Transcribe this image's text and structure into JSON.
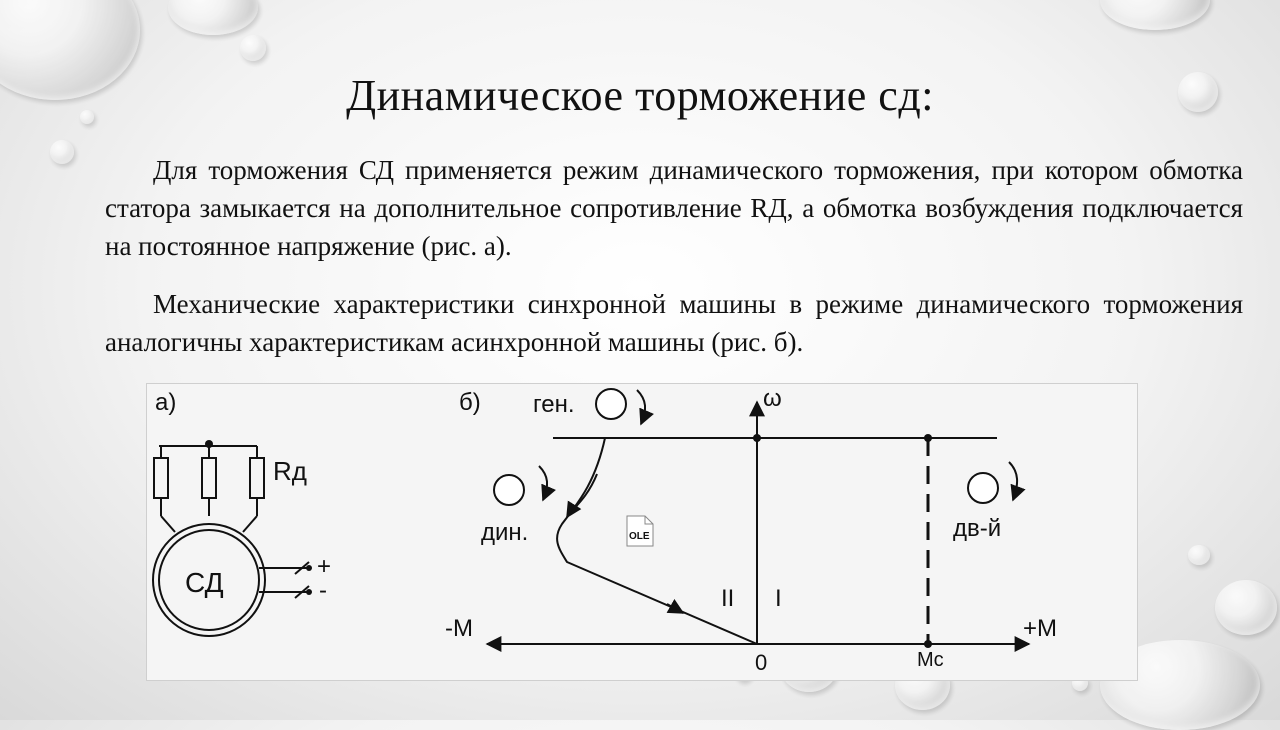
{
  "slide": {
    "title": "Динамическое торможение сд:",
    "paragraphs": [
      "Для торможения СД применяется режим динамического торможения, при котором обмотка статора замыкается на дополнительное сопротивление RД, а обмотка возбуждения подключается  на постоянное напряжение (рис. а).",
      "Механические характеристики синхронной машины в режиме динамического торможения аналогичны характеристикам асинхронной машины (рис. б)."
    ]
  },
  "figure_a": {
    "label": "а)",
    "resistor_label": "Rд",
    "machine_label": "СД",
    "plus": "+",
    "minus": "-"
  },
  "figure_b": {
    "label": "б)",
    "y_axis": "ω",
    "x_neg": "-M",
    "x_pos": "+M",
    "origin": "0",
    "mc": "Mc",
    "gen": "ген.",
    "din": "дин.",
    "dv": "дв-й",
    "quadrant_2": "II",
    "quadrant_1": "I",
    "ole_icon": "OLE"
  }
}
